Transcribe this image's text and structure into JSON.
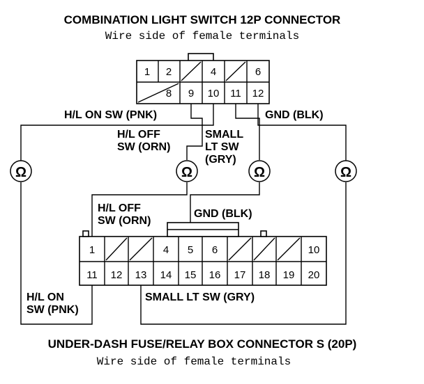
{
  "top_connector": {
    "title": "COMBINATION LIGHT SWITCH 12P CONNECTOR",
    "subtitle": "Wire side of female terminals",
    "row1": [
      "1",
      "2",
      "",
      "4",
      "",
      "6"
    ],
    "row2": [
      "",
      "8",
      "9",
      "10",
      "11",
      "12"
    ]
  },
  "bottom_connector": {
    "title": "UNDER-DASH FUSE/RELAY BOX CONNECTOR S (20P)",
    "subtitle": "Wire side of female terminals",
    "row1": [
      "1",
      "",
      "",
      "4",
      "5",
      "6",
      "",
      "",
      "",
      "10"
    ],
    "row2": [
      "11",
      "12",
      "13",
      "14",
      "15",
      "16",
      "17",
      "18",
      "19",
      "20"
    ]
  },
  "labels": {
    "hl_on_top": "H/L ON SW (PNK)",
    "gnd_top": "GND (BLK)",
    "hl_off_top_1": "H/L OFF",
    "hl_off_top_2": "SW (ORN)",
    "small_top_1": "SMALL",
    "small_top_2": "LT SW",
    "small_top_3": "(GRY)",
    "hl_off_bot_1": "H/L OFF",
    "hl_off_bot_2": "SW (ORN)",
    "gnd_bot": "GND (BLK)",
    "hl_on_bot_1": "H/L ON",
    "hl_on_bot_2": "SW (PNK)",
    "small_bot": "SMALL LT SW (GRY)"
  },
  "meter_symbol": "Ω"
}
